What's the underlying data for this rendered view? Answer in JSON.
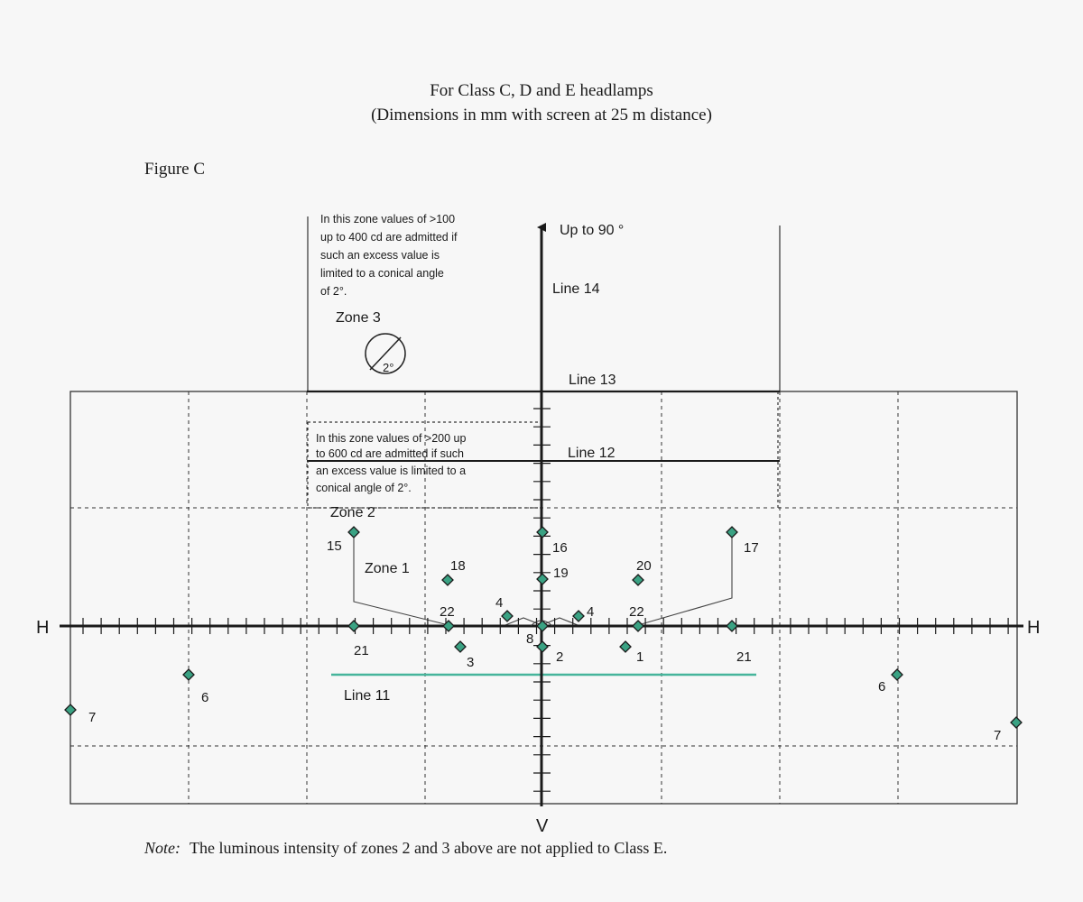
{
  "title_line1": "For Class C, D and E headlamps",
  "title_line2": "(Dimensions in mm with screen at 25 m distance)",
  "figure_label": "Figure C",
  "note": {
    "lead": "Note:",
    "text": "The luminous intensity of zones 2 and 3 above are not applied to Class E."
  },
  "axes": {
    "h_left": "H",
    "h_right": "H",
    "v_bottom": "V",
    "up_label": "Up to 90 °"
  },
  "lines": {
    "line14": "Line 14",
    "line13": "Line 13",
    "line12": "Line 12",
    "line11": "Line 11"
  },
  "zones": {
    "zone3_text": [
      "In this zone values of >100",
      "up to 400 cd are admitted if",
      "such an excess value is",
      "limited to a conical angle",
      "of 2°."
    ],
    "zone3_label": "Zone 3",
    "zone3_angle": "2°",
    "zone2_text": [
      "In this zone values of >200 up",
      "to 600 cd are admitted if such",
      "an excess value is limited to a",
      "conical angle of 2°."
    ],
    "zone2_label": "Zone 2",
    "zone1_label": "Zone 1"
  },
  "point_labels": {
    "p15": "15",
    "p16": "16",
    "p17": "17",
    "p18": "18",
    "p19": "19",
    "p20": "20",
    "p22l": "22",
    "p22r": "22",
    "p4l": "4",
    "p4r": "4",
    "p8": "8",
    "p21l": "21",
    "p21r": "21",
    "p3": "3",
    "p2": "2",
    "p1": "1",
    "p6l": "6",
    "p6r": "6",
    "p7l": "7",
    "p7r": "7"
  },
  "colors": {
    "point_fill": "#3aa283",
    "line11": "#46b59b",
    "ink": "#1a1a1a"
  }
}
